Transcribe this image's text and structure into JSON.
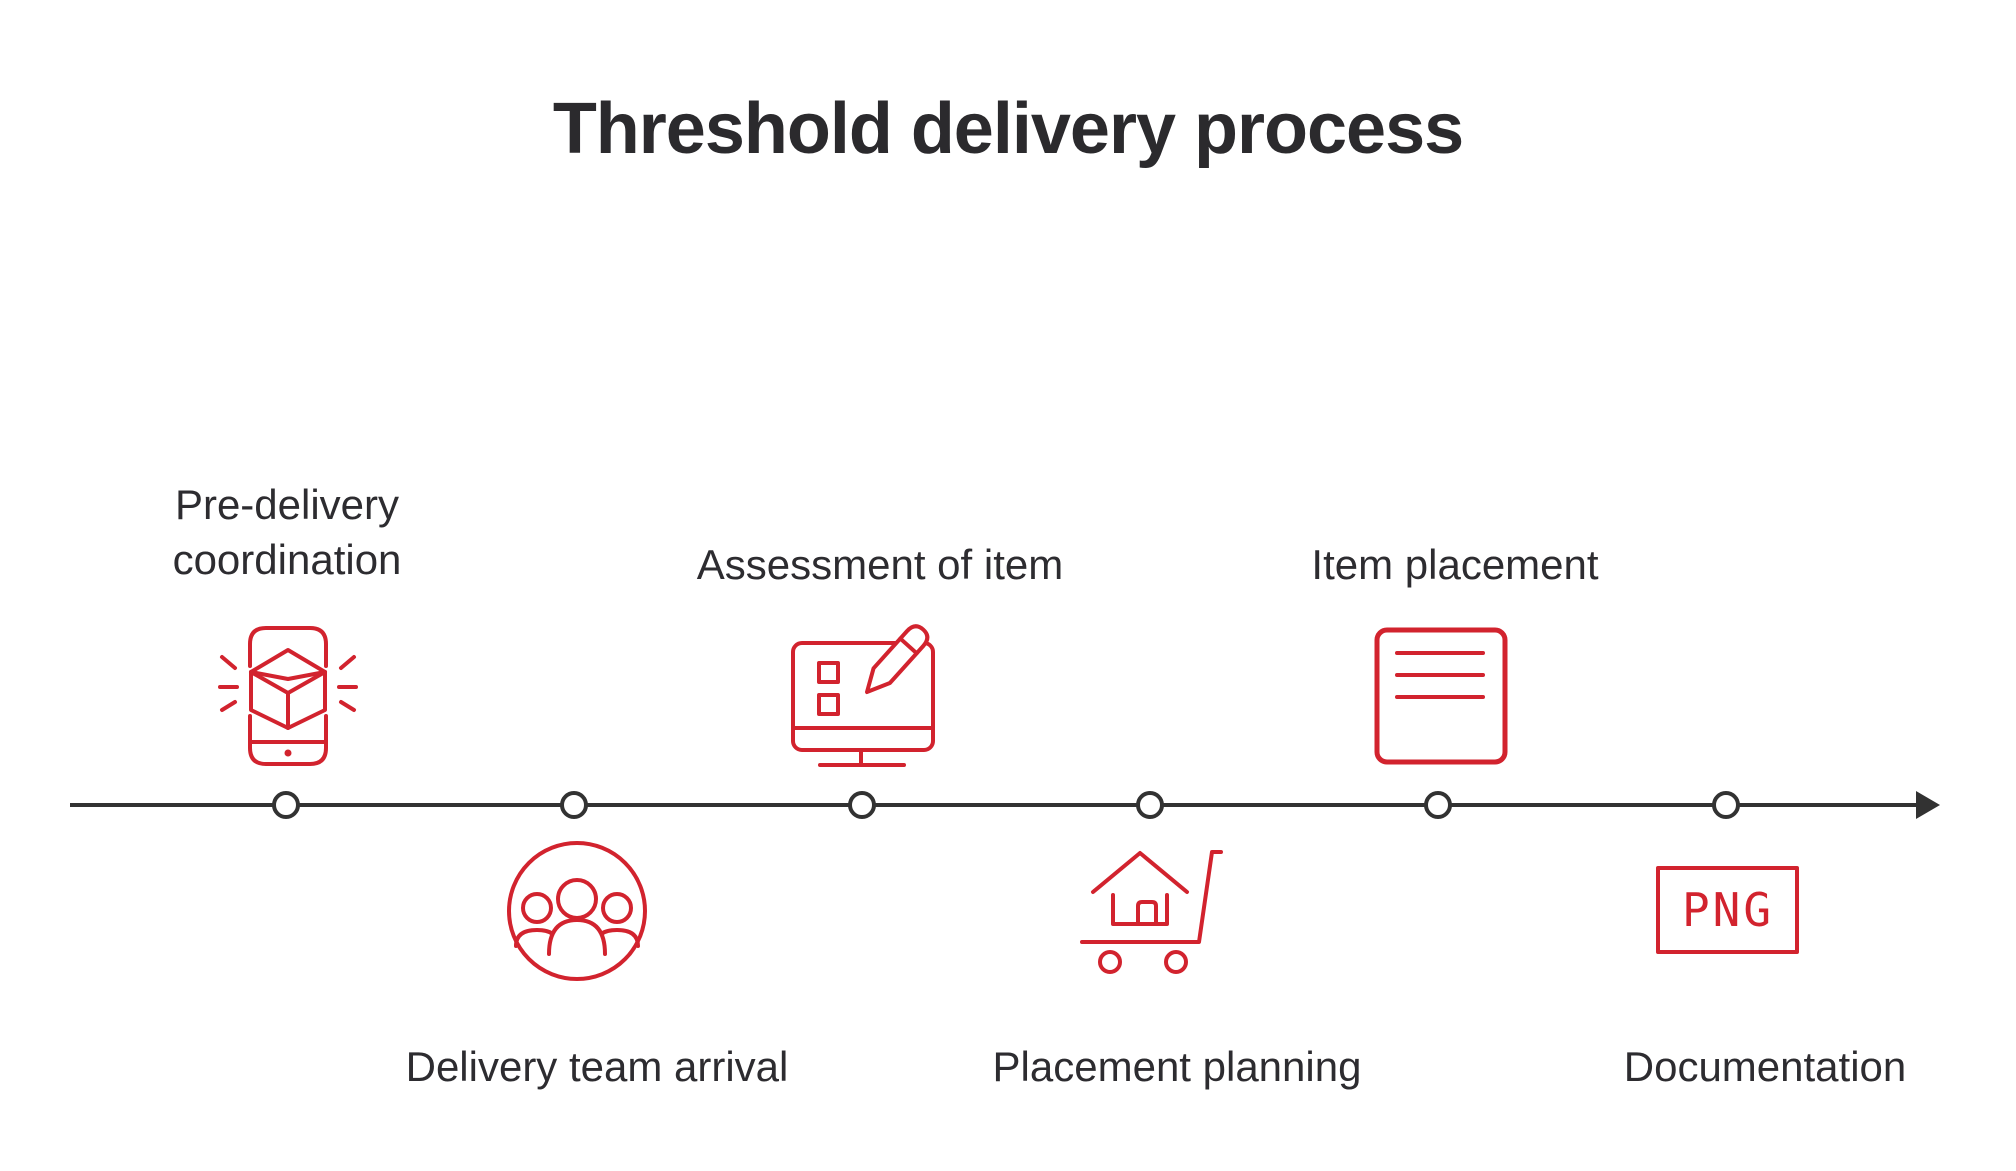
{
  "title": "Threshold delivery process",
  "colors": {
    "accent_red": "#d2232e",
    "text_dark": "#2d2c30",
    "timeline_dark": "#323232"
  },
  "timeline": {
    "direction": "left-to-right-arrow",
    "node_count": 6
  },
  "steps": [
    {
      "label": "Pre-delivery coordination",
      "side": "above",
      "icon": "phone-package-icon"
    },
    {
      "label": "Delivery team arrival",
      "side": "below",
      "icon": "delivery-team-icon"
    },
    {
      "label": "Assessment of item",
      "side": "above",
      "icon": "monitor-checklist-pencil-icon"
    },
    {
      "label": "Placement planning",
      "side": "below",
      "icon": "house-in-cart-icon"
    },
    {
      "label": "Item placement",
      "side": "above",
      "icon": "document-lines-icon"
    },
    {
      "label": "Documentation",
      "side": "below",
      "icon": "png-file-icon",
      "icon_text": "PNG"
    }
  ]
}
